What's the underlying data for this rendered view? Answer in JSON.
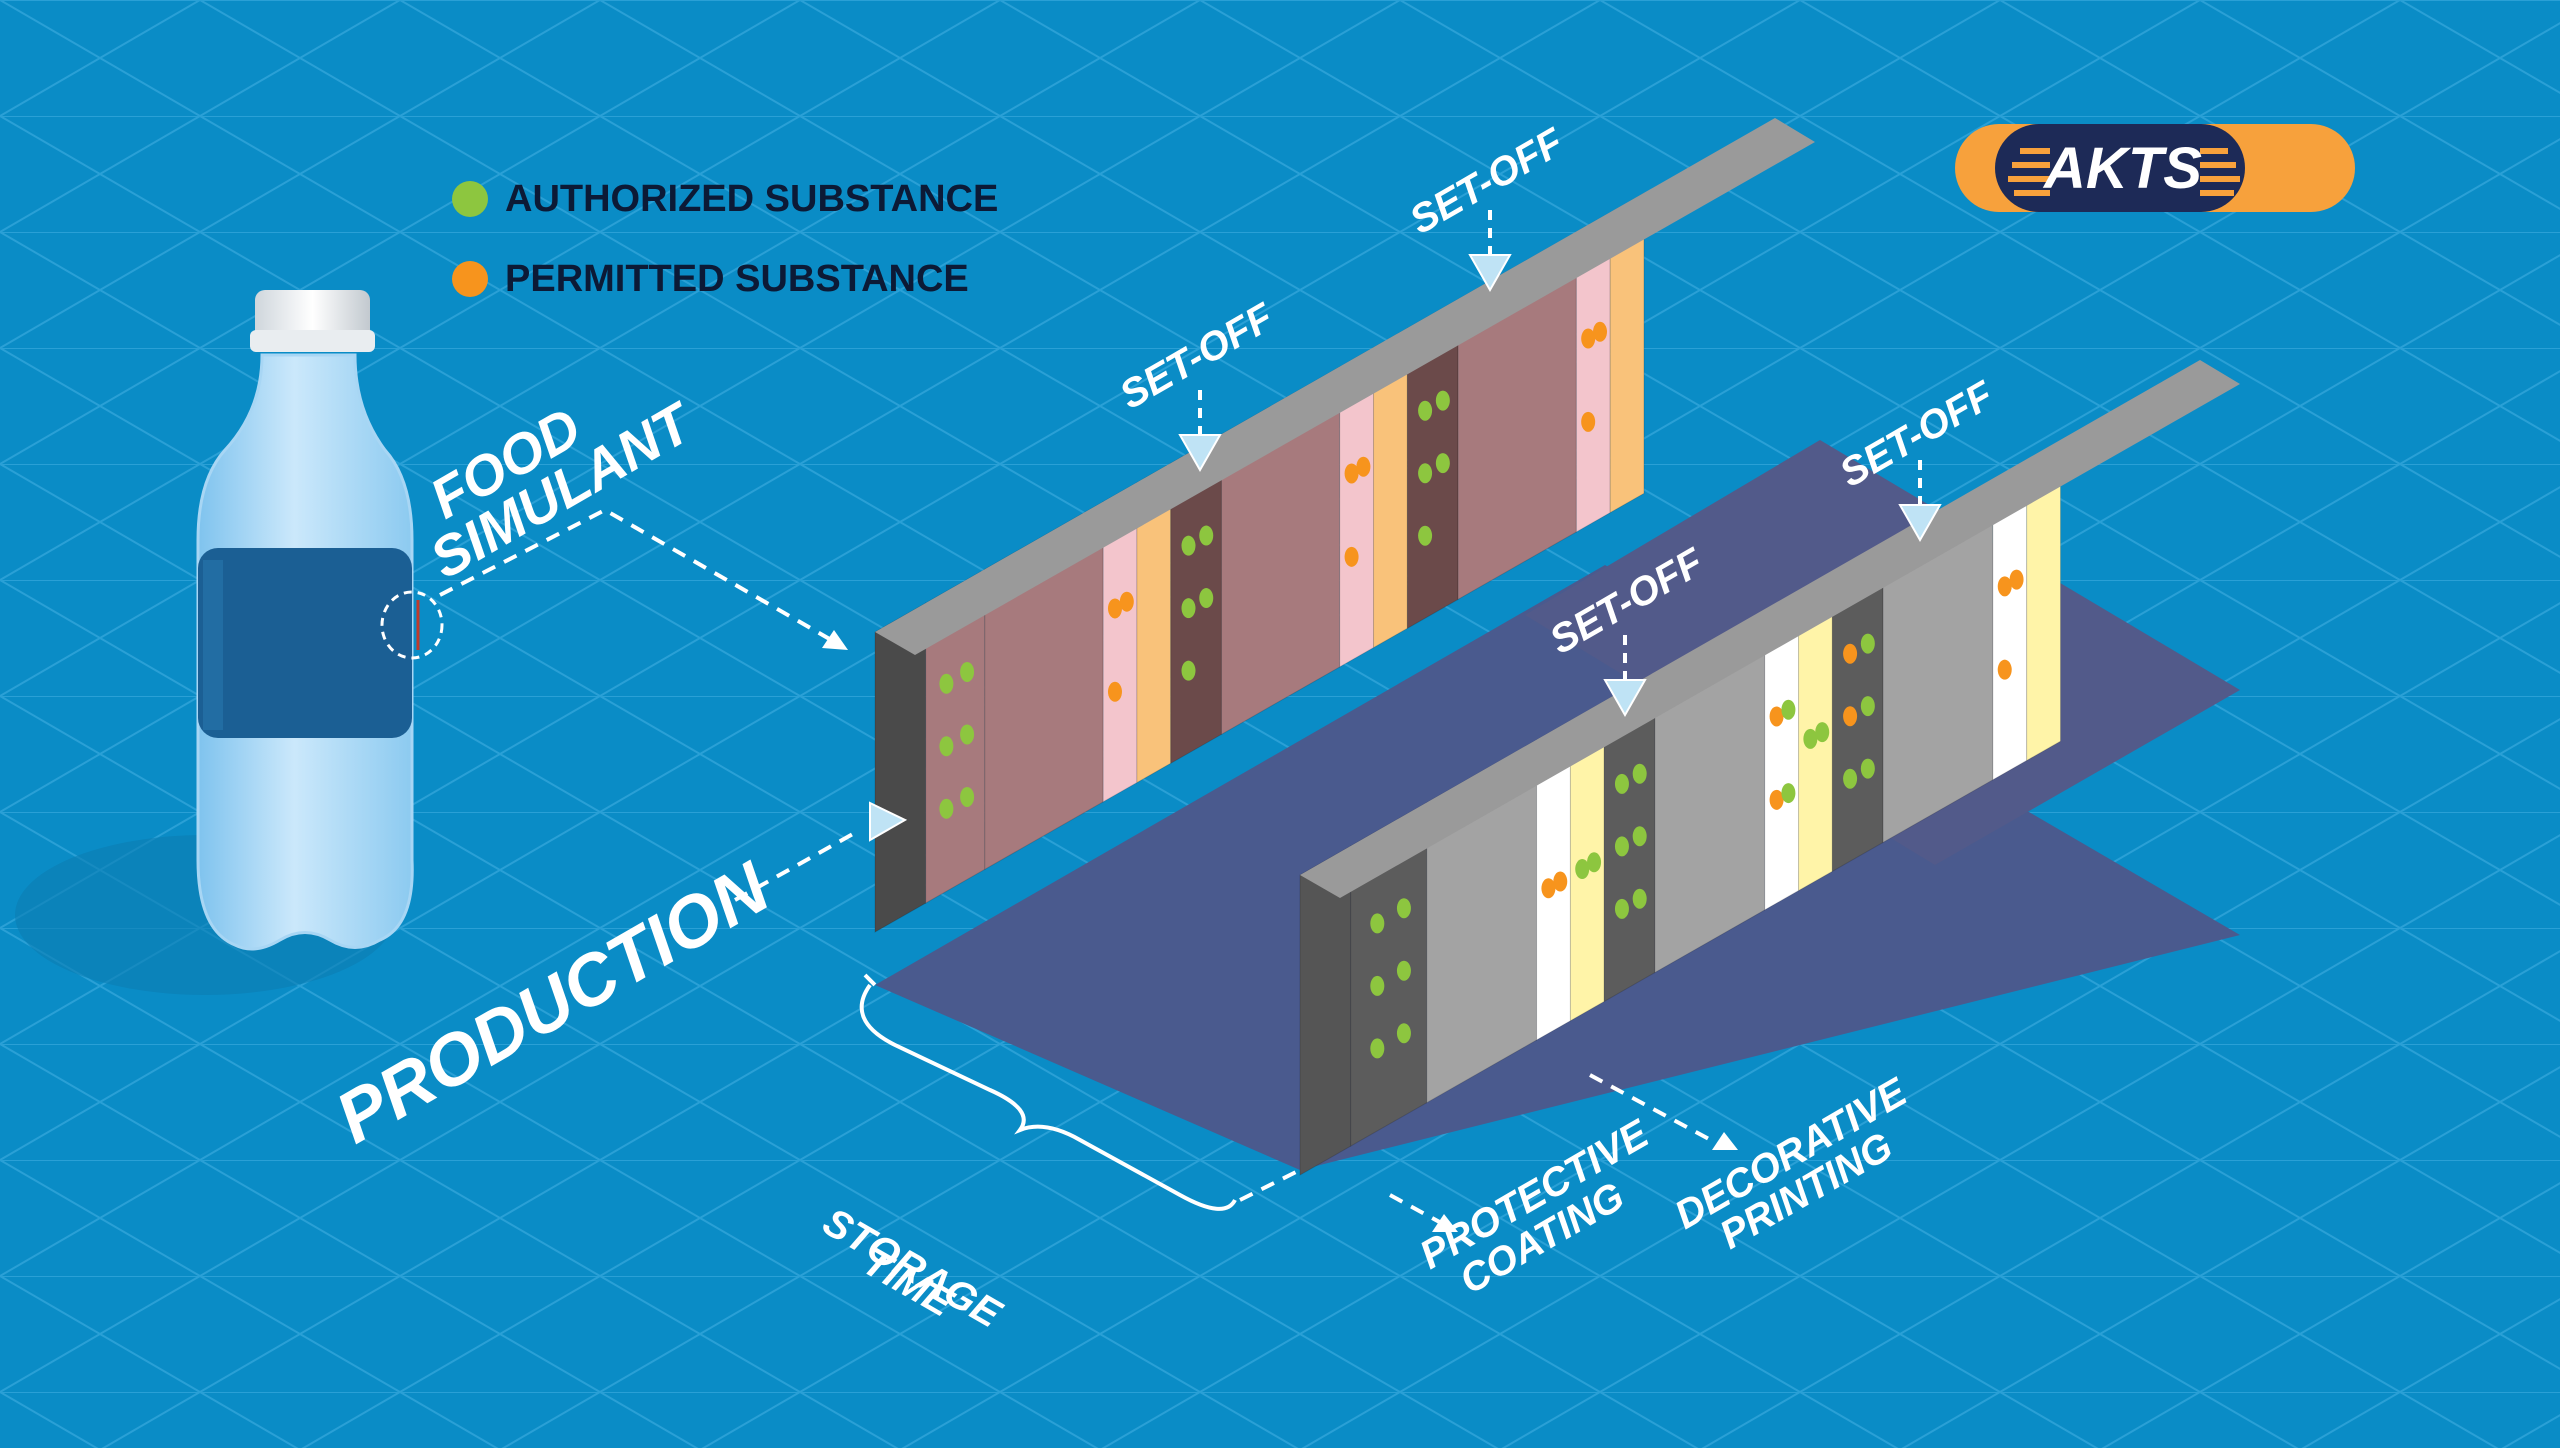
{
  "colors": {
    "background": "#0a8cc6",
    "authorized": "#8dc63f",
    "permitted": "#f7941d",
    "film_dark": "#5a5a5a",
    "film_grey": "#a3a3a3",
    "ink_yellow": "#fff4a8",
    "gap": "#4a5a8e",
    "logo_navy": "#1d2a57",
    "logo_orange": "#f7a13c"
  },
  "legend": {
    "authorized_label": "AUTHORIZED SUBSTANCE",
    "permitted_label": "PERMITTED SUBSTANCE"
  },
  "logo": {
    "text": "AKTS"
  },
  "labels": {
    "food_simulant_1": "FOOD",
    "food_simulant_2": "SIMULANT",
    "production": "PRODUCTION",
    "storage_time_1": "STORAGE",
    "storage_time_2": "TIME",
    "protective_coating_1": "PROTECTIVE",
    "protective_coating_2": "COATING",
    "decorative_printing_1": "DECORATIVE",
    "decorative_printing_2": "PRINTING",
    "set_off": "SET-OFF"
  },
  "icons": {
    "bottle": "plastic-bottle-icon",
    "cone": "cone-marker-icon"
  }
}
